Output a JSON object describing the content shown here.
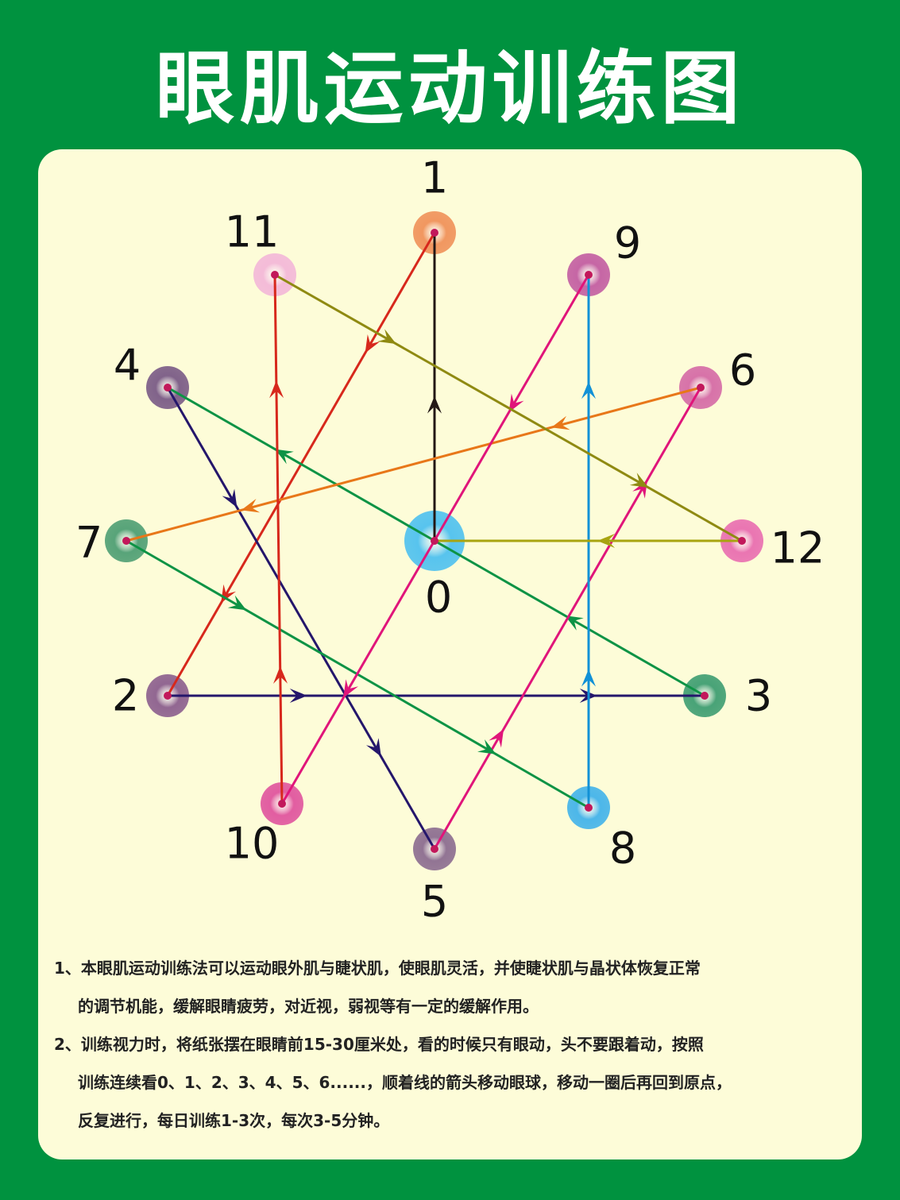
{
  "title": "眼肌运动训练图",
  "colors": {
    "background": "#00923f",
    "panel": "#fdfcd8",
    "title": "#ffffff"
  },
  "points": [
    {
      "label": "0",
      "color": "#4fc1ef"
    },
    {
      "label": "1",
      "color": "#f0925a"
    },
    {
      "label": "2",
      "color": "#8c5f8e"
    },
    {
      "label": "3",
      "color": "#3f9e72"
    },
    {
      "label": "4",
      "color": "#7a5b86"
    },
    {
      "label": "5",
      "color": "#8c6d90"
    },
    {
      "label": "6",
      "color": "#d56ba6"
    },
    {
      "label": "7",
      "color": "#4f9f74"
    },
    {
      "label": "8",
      "color": "#43b3ea"
    },
    {
      "label": "9",
      "color": "#c35ea2"
    },
    {
      "label": "10",
      "color": "#e0559e"
    },
    {
      "label": "11",
      "color": "#f3b8d8"
    },
    {
      "label": "12",
      "color": "#e96eb0"
    }
  ],
  "paths": [
    {
      "from": 0,
      "to": 1,
      "color": "#231815"
    },
    {
      "from": 1,
      "to": 2,
      "color": "#d7281c"
    },
    {
      "from": 2,
      "to": 3,
      "color": "#24166b"
    },
    {
      "from": 3,
      "to": 4,
      "color": "#0d9345"
    },
    {
      "from": 4,
      "to": 5,
      "color": "#24166b"
    },
    {
      "from": 5,
      "to": 6,
      "color": "#e0157a"
    },
    {
      "from": 6,
      "to": 7,
      "color": "#e87719"
    },
    {
      "from": 7,
      "to": 8,
      "color": "#0d9345"
    },
    {
      "from": 8,
      "to": 9,
      "color": "#1291d6"
    },
    {
      "from": 9,
      "to": 10,
      "color": "#e0157a"
    },
    {
      "from": 10,
      "to": 11,
      "color": "#d7281c"
    },
    {
      "from": 11,
      "to": 12,
      "color": "#8f8a12"
    },
    {
      "from": 12,
      "to": 0,
      "color": "#a8a410"
    }
  ],
  "notes": {
    "n1a": "1、本眼肌运动训练法可以运动眼外肌与睫状肌，使眼肌灵活，并使睫状肌与晶状体恢复正常",
    "n1b": "的调节机能，缓解眼睛疲劳，对近视，弱视等有一定的缓解作用。",
    "n2a": "2、训练视力时，将纸张摆在眼睛前15-30厘米处，看的时候只有眼动，头不要跟着动，按照",
    "n2b": "训练连续看0、1、2、3、4、5、6......，顺着线的箭头移动眼球，移动一圈后再回到原点，",
    "n2c": "反复进行，每日训练1-3次，每次3-5分钟。"
  }
}
